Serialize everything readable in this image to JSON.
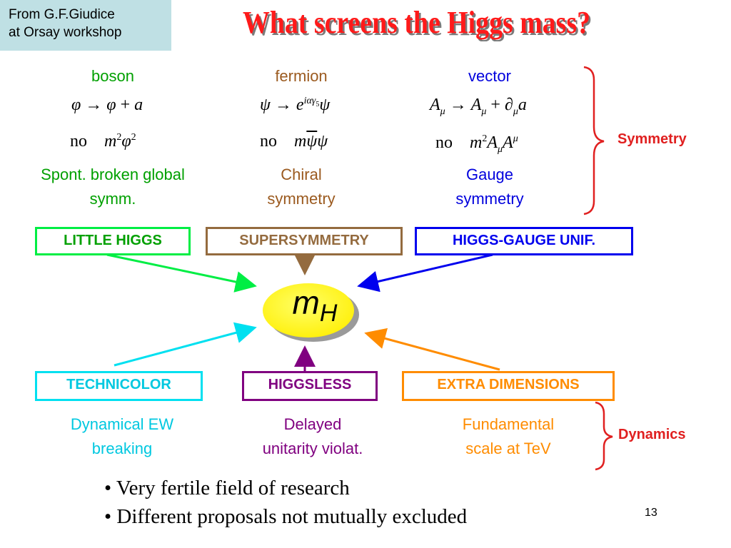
{
  "credit": {
    "line1": "From G.F.Giudice",
    "line2": "at Orsay workshop"
  },
  "title": "What screens the Higgs mass?",
  "columns": [
    {
      "head": "boson",
      "desc1": "Spont. broken global",
      "desc2": "symm."
    },
    {
      "head": "fermion",
      "desc1": "Chiral",
      "desc2": "symmetry"
    },
    {
      "head": "vector",
      "desc1": "Gauge",
      "desc2": "symmetry"
    }
  ],
  "no_label": "no",
  "symmetry_label": "Symmetry",
  "dynamics_label": "Dynamics",
  "center": {
    "m": "m",
    "sub": "H"
  },
  "top_boxes": [
    "LITTLE HIGGS",
    "SUPERSYMMETRY",
    "HIGGS-GAUGE UNIF."
  ],
  "bottom_boxes": [
    "TECHNICOLOR",
    "HIGGSLESS",
    "EXTRA DIMENSIONS"
  ],
  "bottom_desc": [
    {
      "line1": "Dynamical EW",
      "line2": "breaking"
    },
    {
      "line1": "Delayed",
      "line2": "unitarity violat."
    },
    {
      "line1": "Fundamental",
      "line2": "scale at TeV"
    }
  ],
  "bullets": [
    "• Very fertile field of research",
    "• Different proposals not mutually excluded"
  ],
  "page_number": "13",
  "colors": {
    "boson": "#00a000",
    "fermion": "#9b5a1f",
    "vector": "#0000dd",
    "little_higgs": "#00ee44",
    "susy": "#946b3f",
    "hgu": "#0000ee",
    "technicolor": "#00e0f0",
    "higgsless": "#800080",
    "extra_dim": "#ff8c00",
    "title": "#ff1a1a",
    "brace": "#e02020"
  }
}
